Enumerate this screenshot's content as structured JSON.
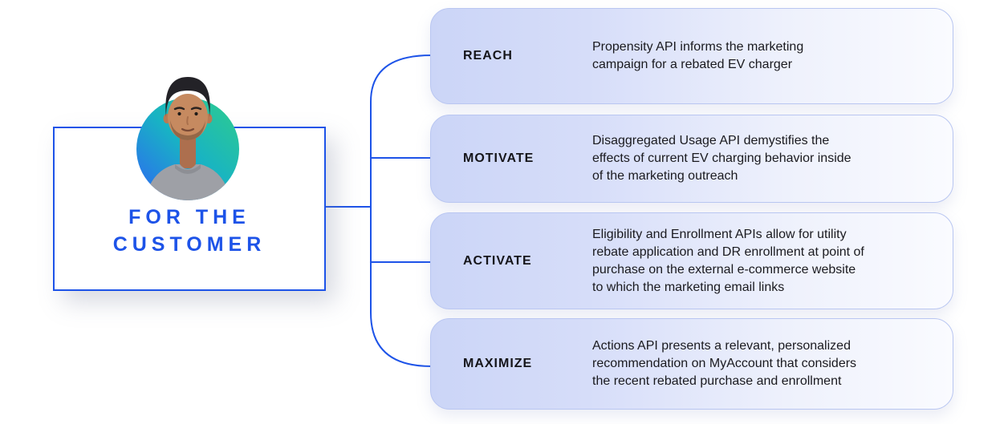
{
  "colors": {
    "accent_blue": "#1d53e8",
    "card_border": "#b9c6f1",
    "card_gradient_start": "#cbd5f7",
    "card_gradient_end": "#fafbff",
    "text_dark": "#1a1a1f",
    "avatar_gradient_blue": "#2e66f3",
    "avatar_gradient_teal": "#18b3c4",
    "avatar_gradient_green": "#2fcd8b"
  },
  "customer_box": {
    "title_lines": [
      "FOR THE",
      "CUSTOMER"
    ]
  },
  "stages": [
    {
      "label": "REACH",
      "description": [
        "Propensity API informs the marketing",
        "campaign for a rebated EV charger"
      ]
    },
    {
      "label": "MOTIVATE",
      "description": [
        "Disaggregated Usage API demystifies the",
        "effects of current EV charging behavior inside",
        "of the marketing outreach"
      ]
    },
    {
      "label": "ACTIVATE",
      "description": [
        "Eligibility and Enrollment APIs allow for utility",
        "rebate application and DR enrollment at point of",
        "purchase on the external e-commerce website",
        "to which the marketing email links"
      ]
    },
    {
      "label": "MAXIMIZE",
      "description": [
        "Actions API presents a relevant, personalized",
        "recommendation on MyAccount that considers",
        "the recent rebated purchase and enrollment"
      ]
    }
  ]
}
